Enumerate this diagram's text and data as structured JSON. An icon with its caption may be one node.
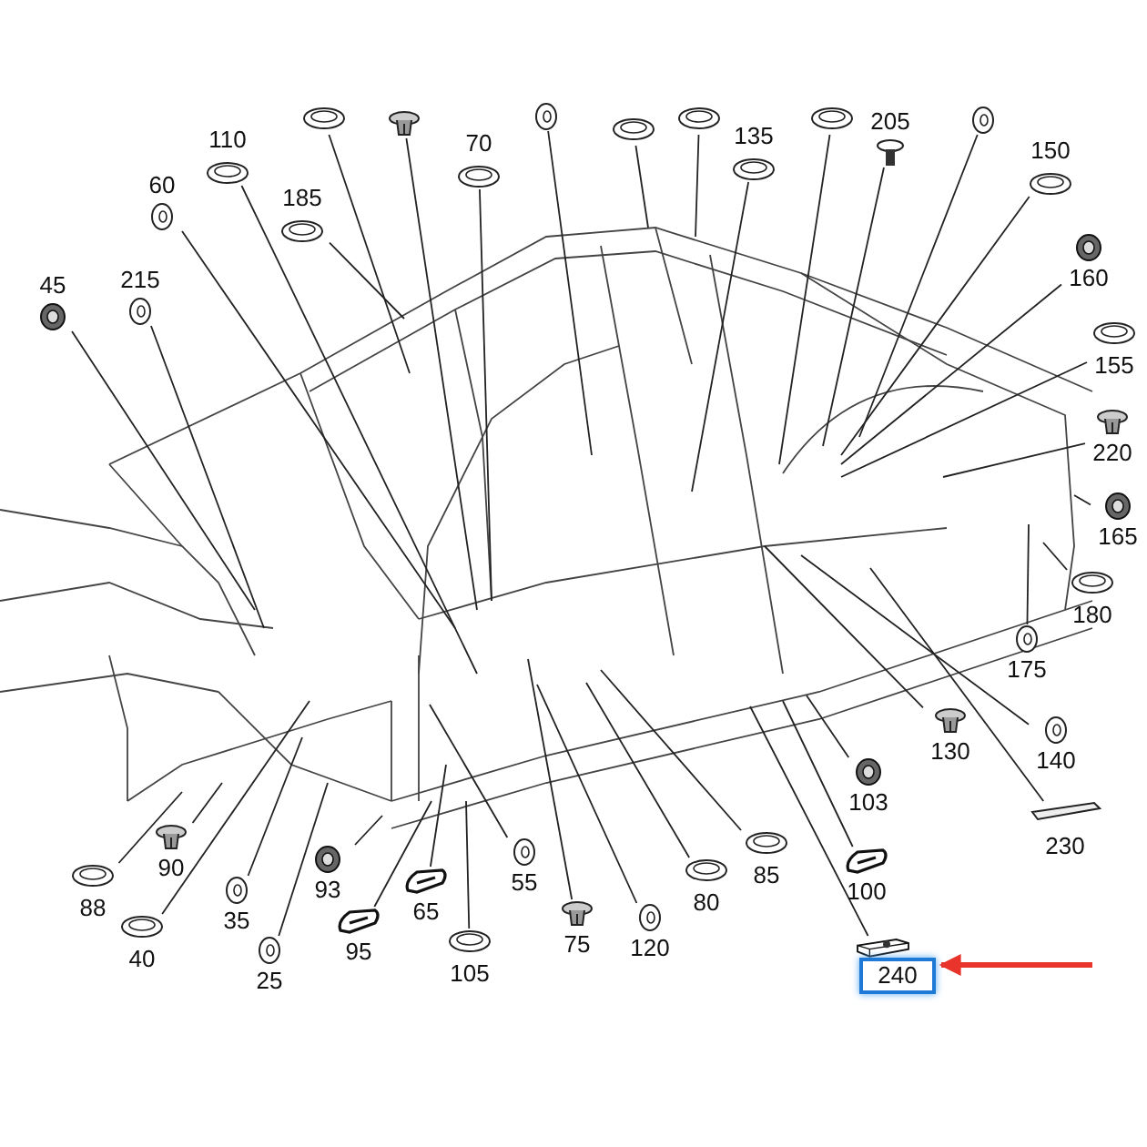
{
  "diagram": {
    "nodes": [
      {
        "text": [],
        "shape": "picture"
      },
      {
        "text": [],
        "shape": "picture"
      },
      {
        "text": [],
        "shape": "picture"
      },
      {
        "text": [],
        "shape": "picture"
      },
      {
        "text": [],
        "shape": "picture"
      },
      {
        "text": [],
        "shape": "picture"
      },
      {
        "text": [],
        "shape": "picture"
      },
      {
        "text": [
          "110"
        ]
      },
      {
        "text": [
          "70"
        ]
      },
      {
        "text": [
          "135"
        ]
      },
      {
        "text": [
          "205"
        ]
      },
      {
        "text": [
          "150"
        ]
      },
      {
        "text": [
          "60"
        ]
      },
      {
        "text": [
          "185"
        ]
      },
      {
        "text": [
          "215"
        ]
      },
      {
        "text": [
          "45"
        ]
      },
      {
        "text": [
          "160"
        ]
      },
      {
        "text": [
          "155"
        ]
      },
      {
        "text": [
          "220"
        ]
      },
      {
        "text": [
          "165"
        ]
      },
      {
        "text": [
          "180"
        ]
      },
      {
        "text": [
          "175"
        ]
      },
      {
        "text": [
          "140"
        ]
      },
      {
        "text": [
          "130"
        ]
      },
      {
        "text": [
          "103"
        ]
      },
      {
        "text": [
          "230"
        ]
      },
      {
        "text": [
          "85"
        ]
      },
      {
        "text": [
          "90"
        ]
      },
      {
        "text": [
          "55"
        ]
      },
      {
        "text": [
          "100"
        ]
      },
      {
        "text": [
          "88"
        ]
      },
      {
        "text": [
          "93"
        ]
      },
      {
        "text": [
          "80"
        ]
      },
      {
        "text": [
          "65"
        ]
      },
      {
        "text": [
          "35"
        ]
      },
      {
        "text": [
          "75"
        ]
      },
      {
        "text": [
          "95"
        ]
      },
      {
        "text": [
          "40"
        ]
      },
      {
        "text": [
          "120"
        ]
      },
      {
        "text": [
          "105"
        ]
      },
      {
        "text": [
          "25"
        ]
      },
      {
        "text": [
          "240"
        ]
      }
    ],
    "edges": [
      {
        "from": 0,
        "to": null,
        "arrow": "none"
      },
      {
        "from": 1,
        "to": null,
        "arrow": "none"
      },
      {
        "from": 2,
        "to": null,
        "arrow": "none"
      },
      {
        "from": 3,
        "to": null,
        "arrow": "none"
      },
      {
        "from": 4,
        "to": null,
        "arrow": "none"
      },
      {
        "from": 5,
        "to": null,
        "arrow": "none"
      },
      {
        "from": 6,
        "to": null,
        "arrow": "none"
      },
      {
        "from": 7,
        "to": null,
        "arrow": "none"
      },
      {
        "from": 8,
        "to": null,
        "arrow": "none"
      },
      {
        "from": 9,
        "to": null,
        "arrow": "none"
      },
      {
        "from": 10,
        "to": null,
        "arrow": "none"
      },
      {
        "from": 11,
        "to": null,
        "arrow": "none"
      },
      {
        "from": 12,
        "to": null,
        "arrow": "none"
      },
      {
        "from": 13,
        "to": null,
        "arrow": "none"
      },
      {
        "from": 14,
        "to": null,
        "arrow": "none"
      },
      {
        "from": 15,
        "to": null,
        "arrow": "none"
      },
      {
        "from": 16,
        "to": null,
        "arrow": "none"
      },
      {
        "from": 17,
        "to": null,
        "arrow": "none"
      },
      {
        "from": 18,
        "to": null,
        "arrow": "none"
      },
      {
        "from": 19,
        "to": null,
        "arrow": "none"
      },
      {
        "from": 20,
        "to": null,
        "arrow": "none"
      },
      {
        "from": 21,
        "to": null,
        "arrow": "none"
      },
      {
        "from": 22,
        "to": null,
        "arrow": "none"
      },
      {
        "from": 23,
        "to": null,
        "arrow": "none"
      },
      {
        "from": 24,
        "to": null,
        "arrow": "none"
      },
      {
        "from": 25,
        "to": null,
        "arrow": "none"
      },
      {
        "from": 26,
        "to": null,
        "arrow": "none"
      },
      {
        "from": 27,
        "to": null,
        "arrow": "none"
      },
      {
        "from": 28,
        "to": null,
        "arrow": "none"
      },
      {
        "from": 29,
        "to": null,
        "arrow": "none"
      },
      {
        "from": 30,
        "to": null,
        "arrow": "none"
      },
      {
        "from": 31,
        "to": null,
        "arrow": "none"
      },
      {
        "from": 32,
        "to": null,
        "arrow": "none"
      },
      {
        "from": 33,
        "to": null,
        "arrow": "none"
      },
      {
        "from": 34,
        "to": null,
        "arrow": "none"
      },
      {
        "from": 35,
        "to": null,
        "arrow": "none"
      },
      {
        "from": 36,
        "to": null,
        "arrow": "none"
      },
      {
        "from": 37,
        "to": null,
        "arrow": "none"
      },
      {
        "from": 38,
        "to": null,
        "arrow": "none"
      },
      {
        "from": 39,
        "to": null,
        "arrow": "none"
      },
      {
        "from": 40,
        "to": null,
        "arrow": "none"
      },
      {
        "from": 41,
        "to": null,
        "arrow": "none"
      },
      {
        "from": null,
        "to": 41,
        "arrow": "to",
        "style": "thick",
        "color": "#e8342a"
      }
    ]
  }
}
